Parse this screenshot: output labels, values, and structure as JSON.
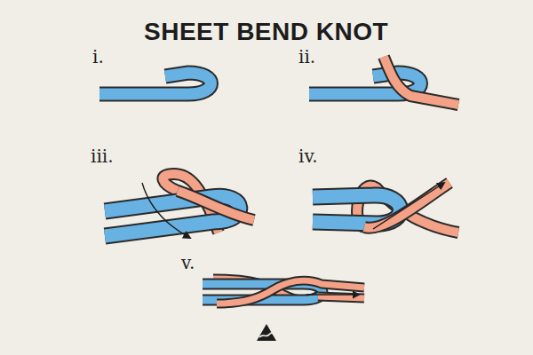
{
  "diagram": {
    "title": "SHEET BEND KNOT",
    "labels": [
      "i.",
      "ii.",
      "iii.",
      "iv.",
      "v."
    ]
  }
}
